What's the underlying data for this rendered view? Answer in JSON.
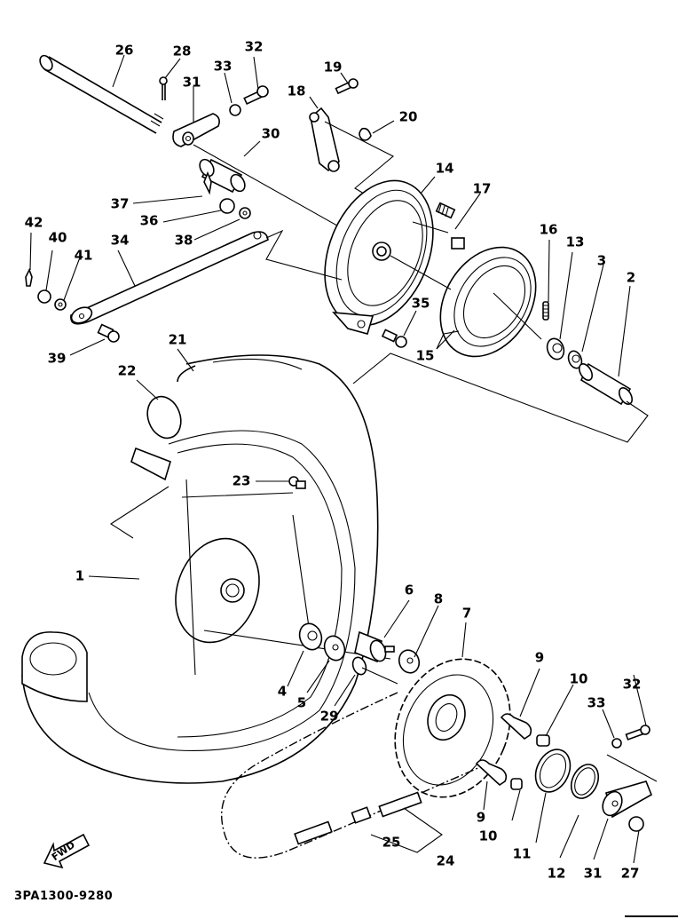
{
  "diagram": {
    "title": "Rear wheel exploded parts diagram",
    "figure_code": "3PA1300-9280",
    "direction_indicator": "FWD",
    "callouts": [
      {
        "id": "c26",
        "text": "26"
      },
      {
        "id": "c28",
        "text": "28"
      },
      {
        "id": "c33a",
        "text": "33"
      },
      {
        "id": "c32a",
        "text": "32"
      },
      {
        "id": "c31a",
        "text": "31"
      },
      {
        "id": "c19",
        "text": "19"
      },
      {
        "id": "c18",
        "text": "18"
      },
      {
        "id": "c20",
        "text": "20"
      },
      {
        "id": "c30",
        "text": "30"
      },
      {
        "id": "c14",
        "text": "14"
      },
      {
        "id": "c17",
        "text": "17"
      },
      {
        "id": "c37",
        "text": "37"
      },
      {
        "id": "c36",
        "text": "36"
      },
      {
        "id": "c38",
        "text": "38"
      },
      {
        "id": "c42",
        "text": "42"
      },
      {
        "id": "c40",
        "text": "40"
      },
      {
        "id": "c41",
        "text": "41"
      },
      {
        "id": "c34",
        "text": "34"
      },
      {
        "id": "c16",
        "text": "16"
      },
      {
        "id": "c13",
        "text": "13"
      },
      {
        "id": "c3",
        "text": "3"
      },
      {
        "id": "c2",
        "text": "2"
      },
      {
        "id": "c35",
        "text": "35"
      },
      {
        "id": "c15",
        "text": "15"
      },
      {
        "id": "c39",
        "text": "39"
      },
      {
        "id": "c21",
        "text": "21"
      },
      {
        "id": "c22",
        "text": "22"
      },
      {
        "id": "c23",
        "text": "23"
      },
      {
        "id": "c1",
        "text": "1"
      },
      {
        "id": "c6",
        "text": "6"
      },
      {
        "id": "c8",
        "text": "8"
      },
      {
        "id": "c7",
        "text": "7"
      },
      {
        "id": "c4",
        "text": "4"
      },
      {
        "id": "c5",
        "text": "5"
      },
      {
        "id": "c29",
        "text": "29"
      },
      {
        "id": "c9a",
        "text": "9"
      },
      {
        "id": "c10a",
        "text": "10"
      },
      {
        "id": "c32b",
        "text": "32"
      },
      {
        "id": "c33b",
        "text": "33"
      },
      {
        "id": "c9b",
        "text": "9"
      },
      {
        "id": "c10b",
        "text": "10"
      },
      {
        "id": "c11",
        "text": "11"
      },
      {
        "id": "c12",
        "text": "12"
      },
      {
        "id": "c31b",
        "text": "31"
      },
      {
        "id": "c27",
        "text": "27"
      },
      {
        "id": "c25",
        "text": "25"
      },
      {
        "id": "c24",
        "text": "24"
      }
    ]
  }
}
